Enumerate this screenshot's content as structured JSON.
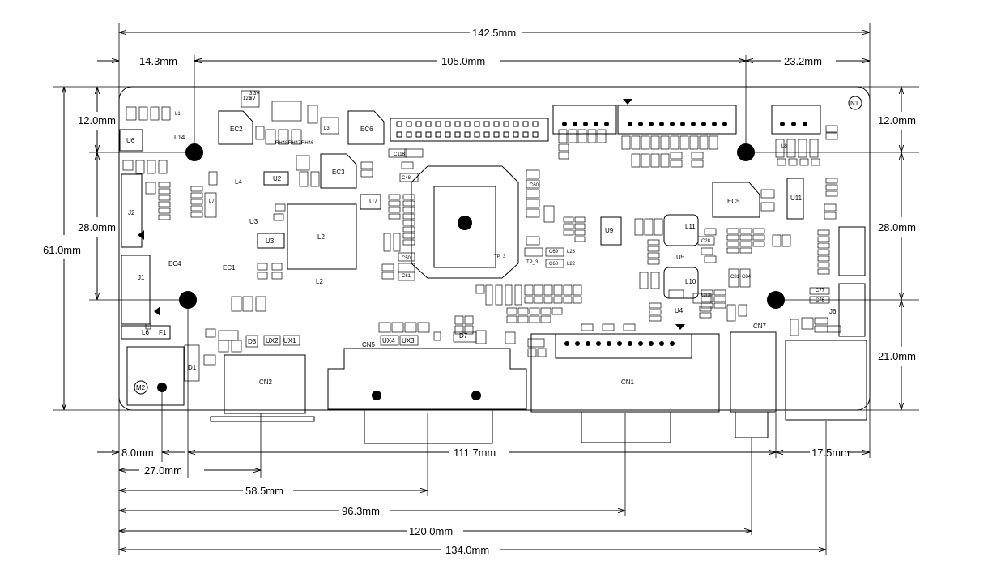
{
  "dimensions": {
    "top_142": "142.5mm",
    "top_14": "14.3mm",
    "top_105": "105.0mm",
    "top_23": "23.2mm",
    "left_12": "12.0mm",
    "left_28": "28.0mm",
    "left_61": "61.0mm",
    "right_12": "12.0mm",
    "right_28": "28.0mm",
    "right_21": "21.0mm",
    "b_8": "8.0mm",
    "b_27": "27.0mm",
    "b_111": "111.7mm",
    "b_17": "17.5mm",
    "b_58": "58.5mm",
    "b_96": "96.3mm",
    "b_120": "120.0mm",
    "b_134": "134.0mm"
  },
  "labels": {
    "n1": "N1",
    "m2": "M2",
    "ec2": "EC2",
    "ec6": "EC6",
    "ec3": "EC3",
    "ec5": "EC5",
    "ec4": "EC4",
    "ec1": "EC1",
    "l14": "L14",
    "l4": "L4",
    "l2": "L2",
    "l2b": "L2",
    "u6": "U6",
    "u2": "U2",
    "u3": "U3",
    "u3b": "U3",
    "u7": "U7",
    "u9": "U9",
    "u5": "U5",
    "u4": "U4",
    "u11": "U11",
    "l11": "L11",
    "l10": "L10",
    "j1": "J1",
    "j2": "J2",
    "j6": "J6",
    "cn5": "CN5",
    "cn7": "CN7",
    "cn2": "CN2",
    "cn1": "CN1",
    "d1": "D1",
    "d3": "D3",
    "d7": "D7",
    "f1": "F1",
    "l6": "L6",
    "ux2": "UX2",
    "ux1": "UX1",
    "ux4": "UX4",
    "ux3": "UX3",
    "v33": "3.3V",
    "v5": "5V",
    "v12": "12V",
    "l1": "L1",
    "rh48": "RH48",
    "rh47": "RH47",
    "rh46": "RH46",
    "c118": "C118",
    "tp": "TP_3",
    "tp2": "TP_3",
    "c50": "C50",
    "c61": "C61",
    "c68": "C68",
    "c69": "C69",
    "c48": "C48",
    "c60": "C60",
    "c28": "C28",
    "c77": "C77",
    "c76": "C76",
    "c81": "C81",
    "c84": "C84",
    "l22": "L22",
    "l23": "L23",
    "l3": "L3",
    "l8": "L8",
    "l7": "L7",
    "c13": "C13"
  }
}
